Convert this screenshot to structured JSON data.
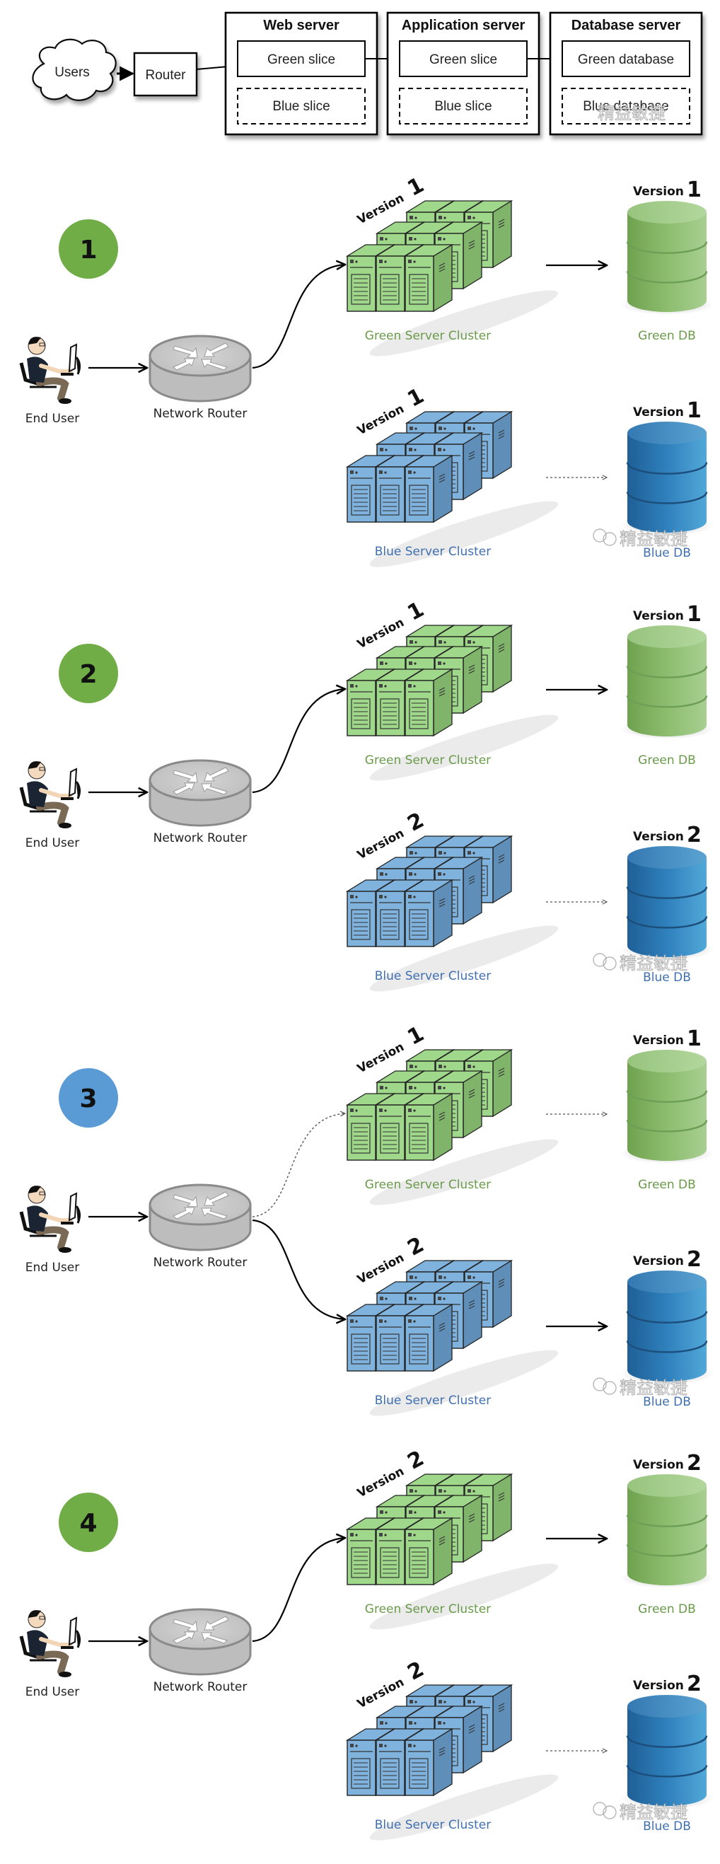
{
  "overview": {
    "users_label": "Users",
    "router_label": "Router",
    "tiers": [
      {
        "title": "Web server",
        "green": "Green slice",
        "blue": "Blue slice"
      },
      {
        "title": "Application server",
        "green": "Green slice",
        "blue": "Blue slice"
      },
      {
        "title": "Database server",
        "green": "Green database",
        "blue": "Blue database"
      }
    ]
  },
  "labels": {
    "end_user": "End User",
    "network_router": "Network Router",
    "green_cluster": "Green Server Cluster",
    "blue_cluster": "Blue Server Cluster",
    "green_db": "Green DB",
    "blue_db": "Blue DB",
    "version_word": "Version",
    "watermark": "精益敏捷"
  },
  "colors": {
    "green_step": "#70ad47",
    "blue_step": "#5b9bd5",
    "green_text": "#6a9a4a",
    "blue_text": "#3f6fb0",
    "green_server": "#9fd88a",
    "green_server_side": "#7fb46a",
    "blue_server": "#7fb2dc",
    "blue_server_side": "#5f8fb8"
  },
  "steps": [
    {
      "number": "1",
      "badge_color": "green",
      "green_cluster_version": "1",
      "green_db_version": "1",
      "blue_cluster_version": "1",
      "blue_db_version": "1",
      "router_to_green": "solid",
      "router_to_blue": "none",
      "green_to_db": "solid",
      "blue_to_db": "dotted"
    },
    {
      "number": "2",
      "badge_color": "green",
      "green_cluster_version": "1",
      "green_db_version": "1",
      "blue_cluster_version": "2",
      "blue_db_version": "2",
      "router_to_green": "solid",
      "router_to_blue": "none",
      "green_to_db": "solid",
      "blue_to_db": "dotted"
    },
    {
      "number": "3",
      "badge_color": "blue",
      "green_cluster_version": "1",
      "green_db_version": "1",
      "blue_cluster_version": "2",
      "blue_db_version": "2",
      "router_to_green": "dotted",
      "router_to_blue": "solid",
      "green_to_db": "dotted",
      "blue_to_db": "solid"
    },
    {
      "number": "4",
      "badge_color": "green",
      "green_cluster_version": "2",
      "green_db_version": "2",
      "blue_cluster_version": "2",
      "blue_db_version": "2",
      "router_to_green": "solid",
      "router_to_blue": "none",
      "green_to_db": "solid",
      "blue_to_db": "dotted"
    }
  ]
}
